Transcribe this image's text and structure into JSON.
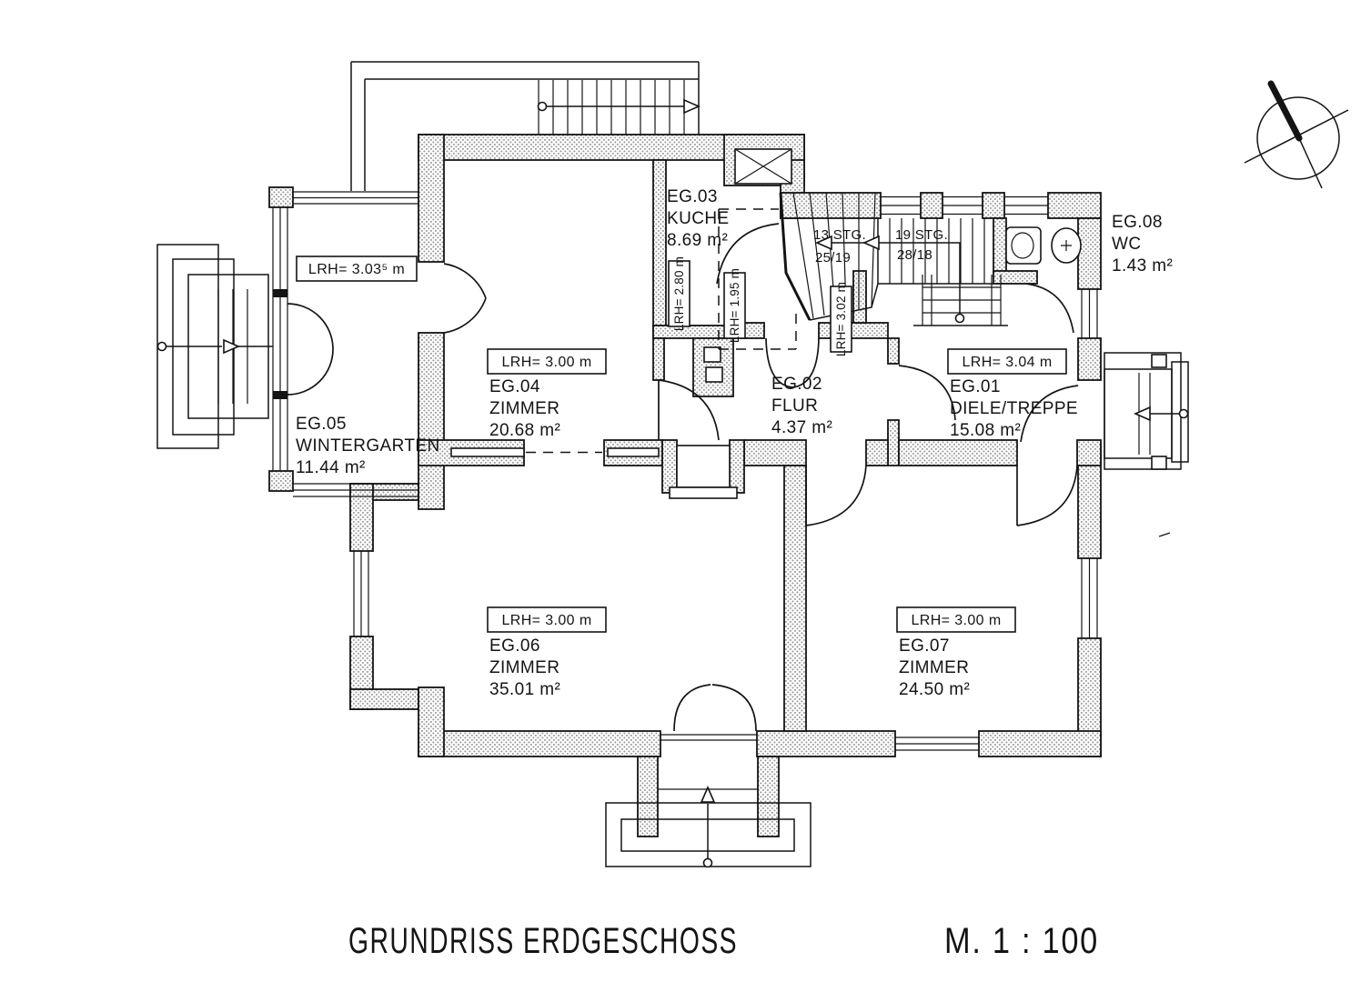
{
  "drawing": {
    "title": "GRUNDRISS ERDGESCHOSS",
    "scale": "M. 1 : 100"
  },
  "rooms": [
    {
      "code": "EG.01",
      "name": "DIELE/TREPPE",
      "area": "15.08 m²",
      "lrh": "LRH= 3.04 m"
    },
    {
      "code": "EG.02",
      "name": "FLUR",
      "area": "4.37 m²"
    },
    {
      "code": "EG.03",
      "name": "KUCHE",
      "area": "8.69 m²"
    },
    {
      "code": "EG.04",
      "name": "ZIMMER",
      "area": "20.68 m²",
      "lrh": "LRH= 3.00 m"
    },
    {
      "code": "EG.05",
      "name": "WINTERGARTEN",
      "area": "11.44 m²",
      "lrh": "LRH= 3.03⁵ m"
    },
    {
      "code": "EG.06",
      "name": "ZIMMER",
      "area": "35.01 m²",
      "lrh": "LRH= 3.00 m"
    },
    {
      "code": "EG.07",
      "name": "ZIMMER",
      "area": "24.50 m²",
      "lrh": "LRH= 3.00 m"
    },
    {
      "code": "EG.08",
      "name": "WC",
      "area": "1.43 m²"
    }
  ],
  "height_labels": {
    "kitchen": "LRH= 2.80 m",
    "stair_landing": "LRH= 1.95 m",
    "flur": "LRH= 3.02 m"
  },
  "stairs": {
    "internal_13": {
      "steps": "13 STG.",
      "rise_run": "25/19"
    },
    "internal_19": {
      "steps": "19 STG.",
      "rise_run": "28/18"
    }
  },
  "colors": {
    "line": "#141414",
    "wall_stipple": "#9b9b9b",
    "paper": "#ffffff"
  }
}
